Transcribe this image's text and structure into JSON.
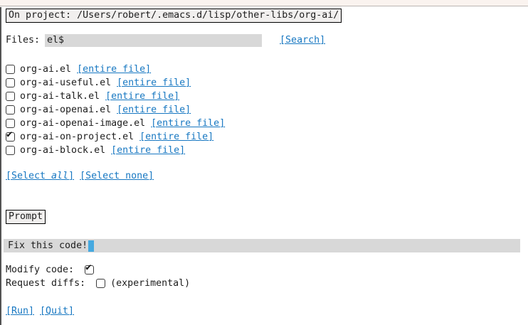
{
  "header": {
    "title": "On project: /Users/robert/.emacs.d/lisp/other-libs/org-ai/"
  },
  "search": {
    "files_label": "Files:",
    "pattern": "el$",
    "search_label": "[Search]"
  },
  "files": {
    "items": [
      {
        "name": "org-ai.el",
        "checked": false,
        "link_label": "[entire file]"
      },
      {
        "name": "org-ai-useful.el",
        "checked": false,
        "link_label": "[entire file]"
      },
      {
        "name": "org-ai-talk.el",
        "checked": false,
        "link_label": "[entire file]"
      },
      {
        "name": "org-ai-openai.el",
        "checked": false,
        "link_label": "[entire file]"
      },
      {
        "name": "org-ai-openai-image.el",
        "checked": false,
        "link_label": "[entire file]"
      },
      {
        "name": "org-ai-on-project.el",
        "checked": true,
        "link_label": "[entire file]"
      },
      {
        "name": "org-ai-block.el",
        "checked": false,
        "link_label": "[entire file]"
      }
    ]
  },
  "selection": {
    "select_all": {
      "prefix": "[Select ",
      "italic": "all",
      "suffix": "]"
    },
    "select_none": "[Select none]"
  },
  "prompt": {
    "label": "Prompt",
    "value": "Fix this code!"
  },
  "options": {
    "modify_label": "Modify code: ",
    "modify_checked": true,
    "diffs_label": "Request diffs: ",
    "diffs_checked": false,
    "diffs_note": "(experimental)"
  },
  "actions": {
    "run": "[Run]",
    "quit": "[Quit]"
  },
  "colors": {
    "link_blue": "#1878c2",
    "field_gray": "#d8d8d8",
    "cursor_blue": "#45a9e0",
    "strip_pink": "#faf3ef"
  }
}
